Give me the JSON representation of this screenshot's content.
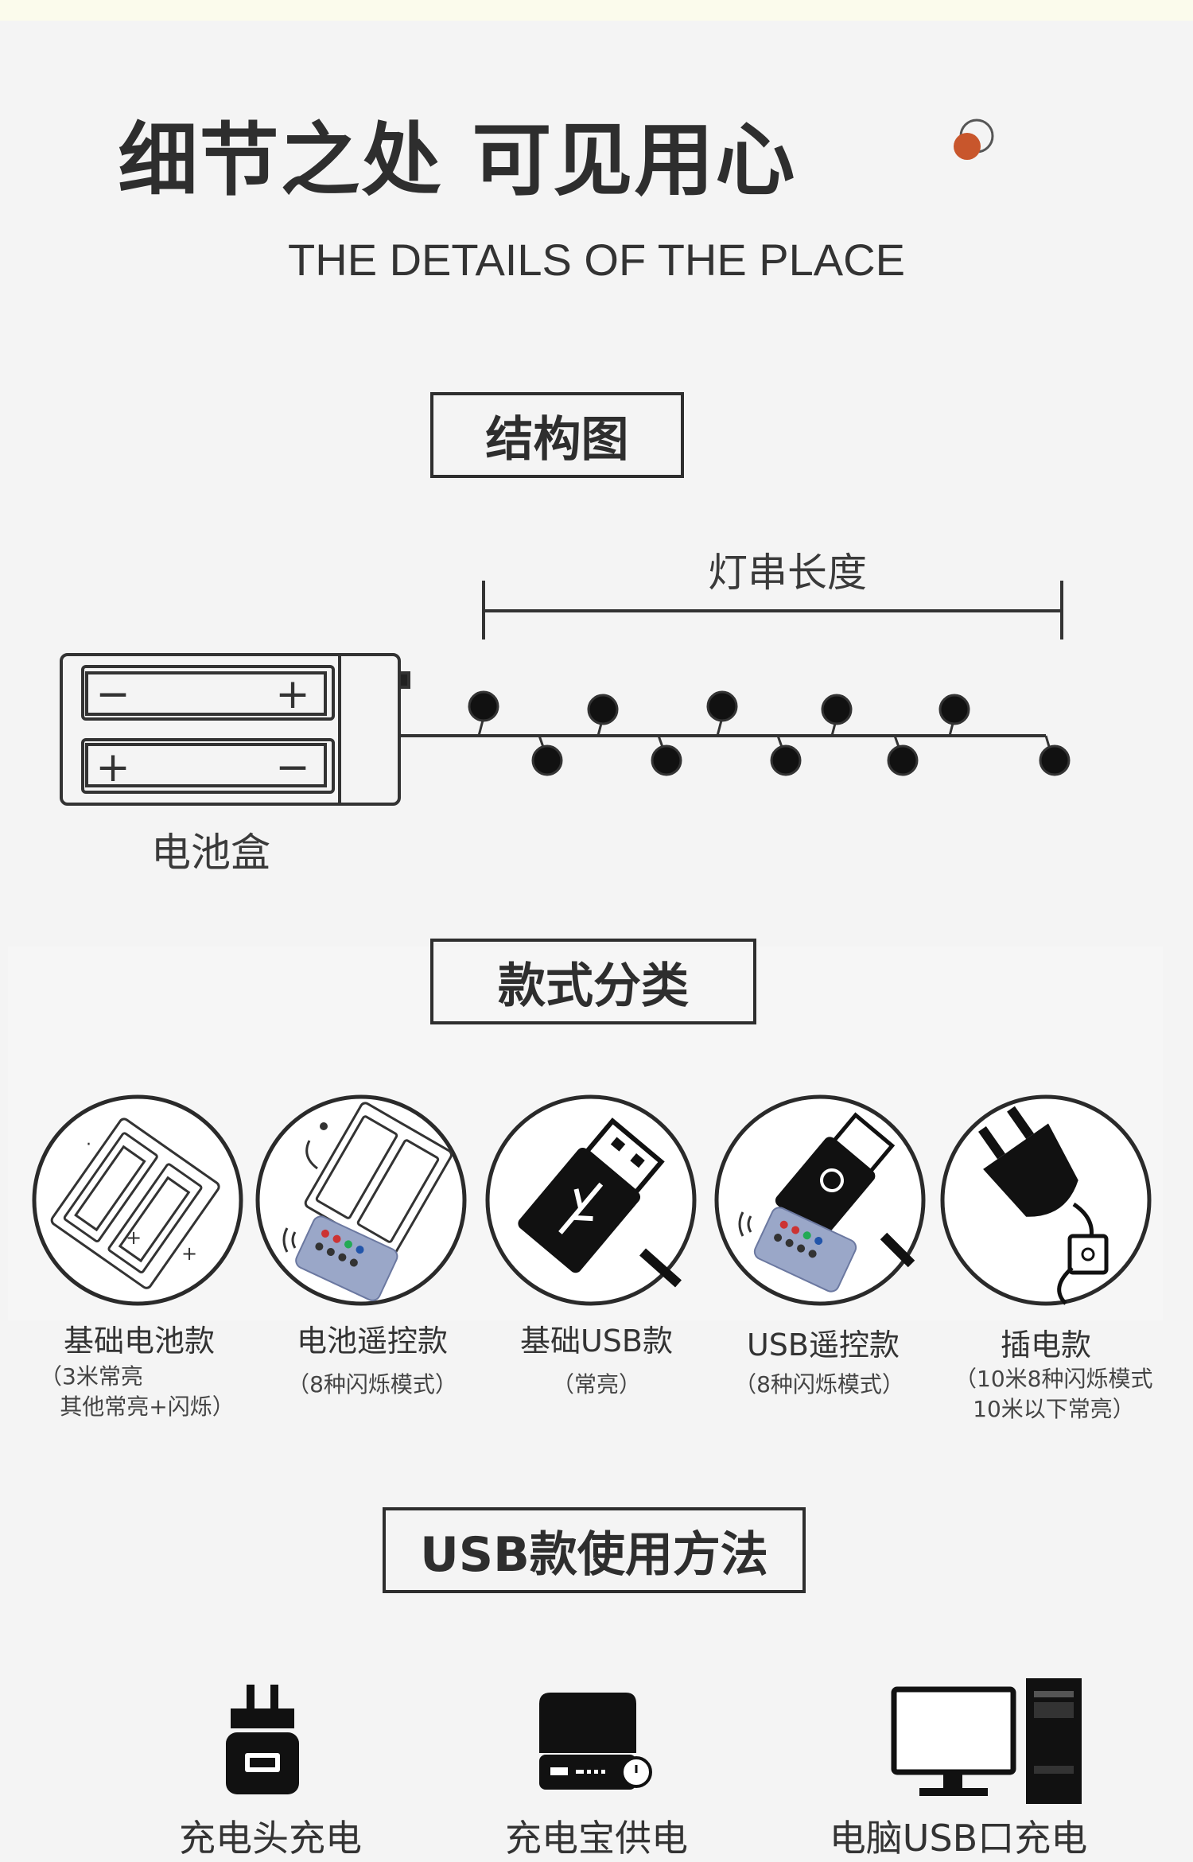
{
  "header": {
    "title": "细节之处 可见用心",
    "subtitle": "THE DETAILS OF THE PLACE"
  },
  "structure": {
    "section_title": "结构图",
    "string_length_label": "灯串长度",
    "battery_box_label": "电池盒",
    "battery_signs": [
      "−",
      "+",
      "+",
      "−"
    ]
  },
  "styles": {
    "section_title": "款式分类",
    "items": [
      {
        "title": "基础电池款",
        "note_line1": "（3米常亮",
        "note_line2": "其他常亮+闪烁）",
        "icon": "battery-pack-icon"
      },
      {
        "title": "电池遥控款",
        "note_line1": "（8种闪烁模式）",
        "note_line2": "",
        "icon": "battery-remote-icon"
      },
      {
        "title": "基础USB款",
        "note_line1": "（常亮）",
        "note_line2": "",
        "icon": "usb-plug-icon"
      },
      {
        "title": "USB遥控款",
        "note_line1": "（8种闪烁模式）",
        "note_line2": "",
        "icon": "usb-remote-icon"
      },
      {
        "title": "插电款",
        "note_line1": "（10米8种闪烁模式",
        "note_line2": "10米以下常亮）",
        "icon": "power-plug-icon"
      }
    ]
  },
  "usage": {
    "section_title": "USB款使用方法",
    "items": [
      {
        "label": "充电头充电",
        "icon": "wall-charger-icon"
      },
      {
        "label": "充电宝供电",
        "icon": "power-bank-icon"
      },
      {
        "label": "电脑USB口充电",
        "icon": "computer-icon"
      }
    ]
  },
  "colors": {
    "accent_dot": "#c8562c",
    "text_dark": "#2e2e2e",
    "background": "#f4f4f4"
  }
}
